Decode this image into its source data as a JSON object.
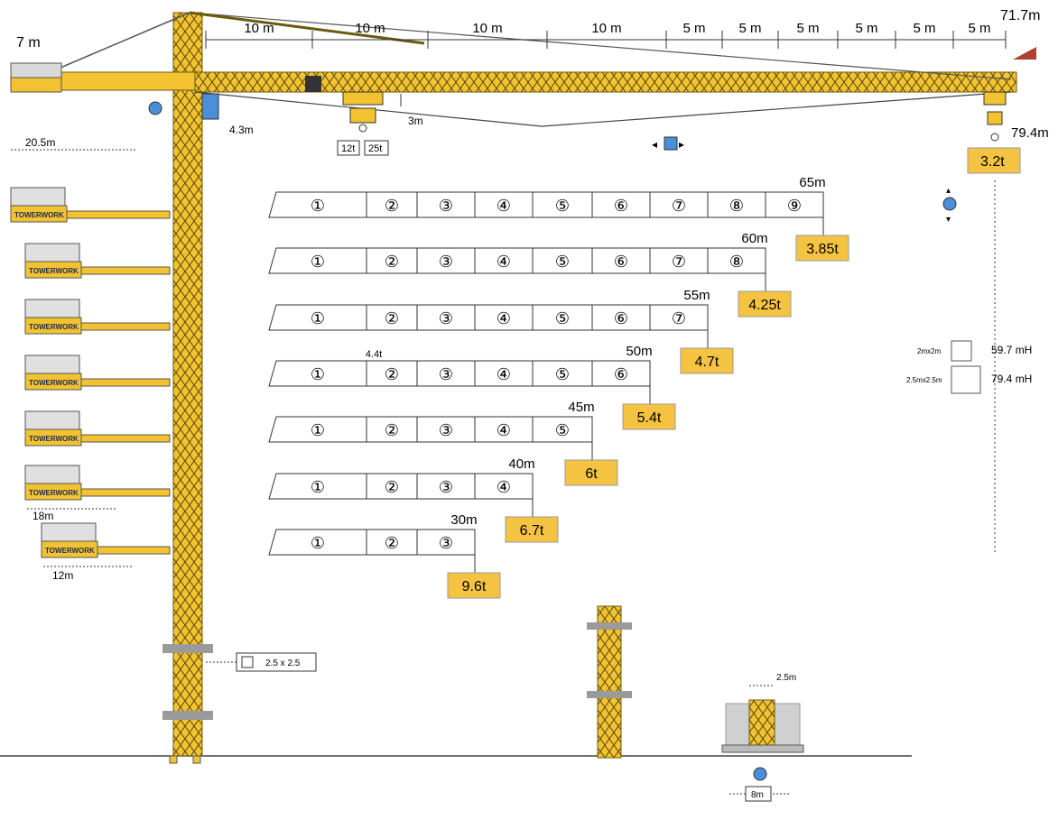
{
  "top": {
    "counter_jib_length": "7 m",
    "max_height": "71.7m",
    "hook_height": "79.4m",
    "counterweight_radius": "20.5m",
    "trolley_offset": "4.3m",
    "hook_block_drop": "3m",
    "capacity_small": "12t",
    "capacity_large": "25t",
    "tip_load": "3.2t",
    "segments": [
      "10 m",
      "10 m",
      "10 m",
      "10 m",
      "5 m",
      "5 m",
      "5 m",
      "5 m",
      "5 m",
      "5 m"
    ]
  },
  "jib_configs": [
    {
      "length": "65m",
      "segments": [
        "①",
        "②",
        "③",
        "④",
        "⑤",
        "⑥",
        "⑦",
        "⑧",
        "⑨"
      ],
      "tip_load": "3.85t",
      "note": ""
    },
    {
      "length": "60m",
      "segments": [
        "①",
        "②",
        "③",
        "④",
        "⑤",
        "⑥",
        "⑦",
        "⑧"
      ],
      "tip_load": "4.25t",
      "note": ""
    },
    {
      "length": "55m",
      "segments": [
        "①",
        "②",
        "③",
        "④",
        "⑤",
        "⑥",
        "⑦"
      ],
      "tip_load": "4.7t",
      "note": ""
    },
    {
      "length": "50m",
      "segments": [
        "①",
        "②",
        "③",
        "④",
        "⑤",
        "⑥"
      ],
      "tip_load": "5.4t",
      "note": "4.4t"
    },
    {
      "length": "45m",
      "segments": [
        "①",
        "②",
        "③",
        "④",
        "⑤"
      ],
      "tip_load": "6t",
      "note": ""
    },
    {
      "length": "40m",
      "segments": [
        "①",
        "②",
        "③",
        "④"
      ],
      "tip_load": "6.7t",
      "note": ""
    },
    {
      "length": "30m",
      "segments": [
        "①",
        "②",
        "③"
      ],
      "tip_load": "9.6t",
      "note": ""
    }
  ],
  "counterjib": {
    "brand": "TOWERWORK",
    "radius_mid": "18m",
    "radius_short": "12m"
  },
  "mast": {
    "section_label": "2.5 x 2.5"
  },
  "mast_legend": [
    {
      "size": "2mx2m",
      "height": "59.7 mH"
    },
    {
      "size": "2.5mx2.5m",
      "height": "79.4 mH"
    }
  ],
  "base": {
    "width_top": "2.5m",
    "width_base": "8m"
  },
  "colors": {
    "crane_yellow": "#F2C230",
    "label_fill": "#F5C342",
    "counterweight_gray": "#8A8A8A",
    "icon_blue": "#4A90D9",
    "ballast_red": "#B04030"
  }
}
